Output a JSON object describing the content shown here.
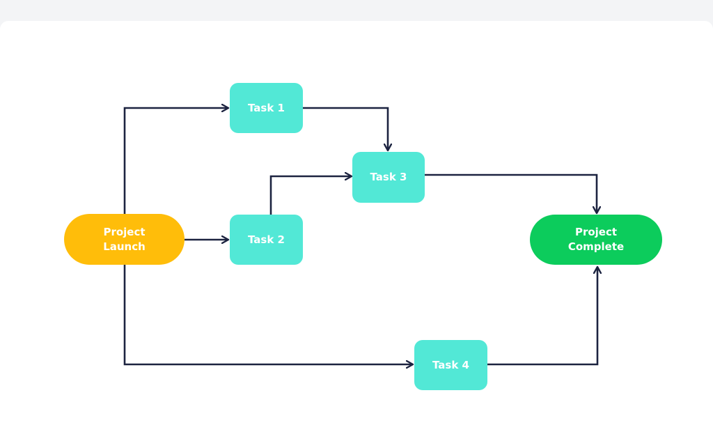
{
  "diagram": {
    "nodes": {
      "launch": {
        "lines": [
          "Project",
          "Launch"
        ],
        "color": "#ffbd0a"
      },
      "task1": {
        "label": "Task 1",
        "color": "#52e8d6"
      },
      "task2": {
        "label": "Task 2",
        "color": "#52e8d6"
      },
      "task3": {
        "label": "Task 3",
        "color": "#52e8d6"
      },
      "task4": {
        "label": "Task 4",
        "color": "#52e8d6"
      },
      "complete": {
        "lines": [
          "Project",
          "Complete"
        ],
        "color": "#0ccc5c"
      }
    },
    "edges": [
      {
        "from": "launch",
        "to": "task1"
      },
      {
        "from": "launch",
        "to": "task2"
      },
      {
        "from": "launch",
        "to": "task4"
      },
      {
        "from": "task1",
        "to": "task3"
      },
      {
        "from": "task2",
        "to": "task3"
      },
      {
        "from": "task3",
        "to": "complete"
      },
      {
        "from": "task4",
        "to": "complete"
      }
    ],
    "connector_color": "#1c2340"
  }
}
